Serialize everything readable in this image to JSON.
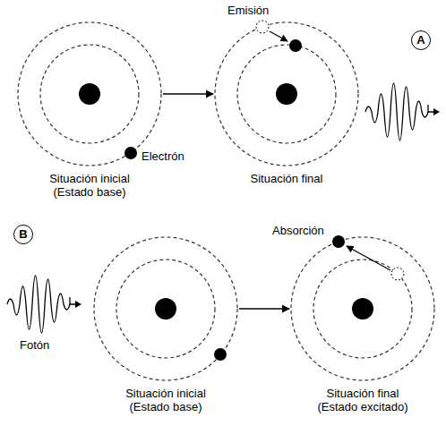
{
  "diagram": {
    "nodes": [
      {
        "text": [
          "Situación inicial (Estado base)"
        ]
      },
      {
        "text": [
          "Situación final"
        ]
      },
      {
        "text": [
          "A"
        ]
      },
      {
        "text": [
          "B"
        ]
      },
      {
        "text": [
          "Situación inicial (Estado base)"
        ]
      },
      {
        "text": [
          "Situación final (Estado excitado)"
        ]
      }
    ],
    "edges": [
      {
        "from": 0,
        "to": 1,
        "arrow": "to"
      },
      {
        "from": 4,
        "to": 5,
        "arrow": "to"
      }
    ],
    "labels": [
      "Emisión",
      "Electrón",
      "Absorción",
      "Fotón"
    ]
  }
}
